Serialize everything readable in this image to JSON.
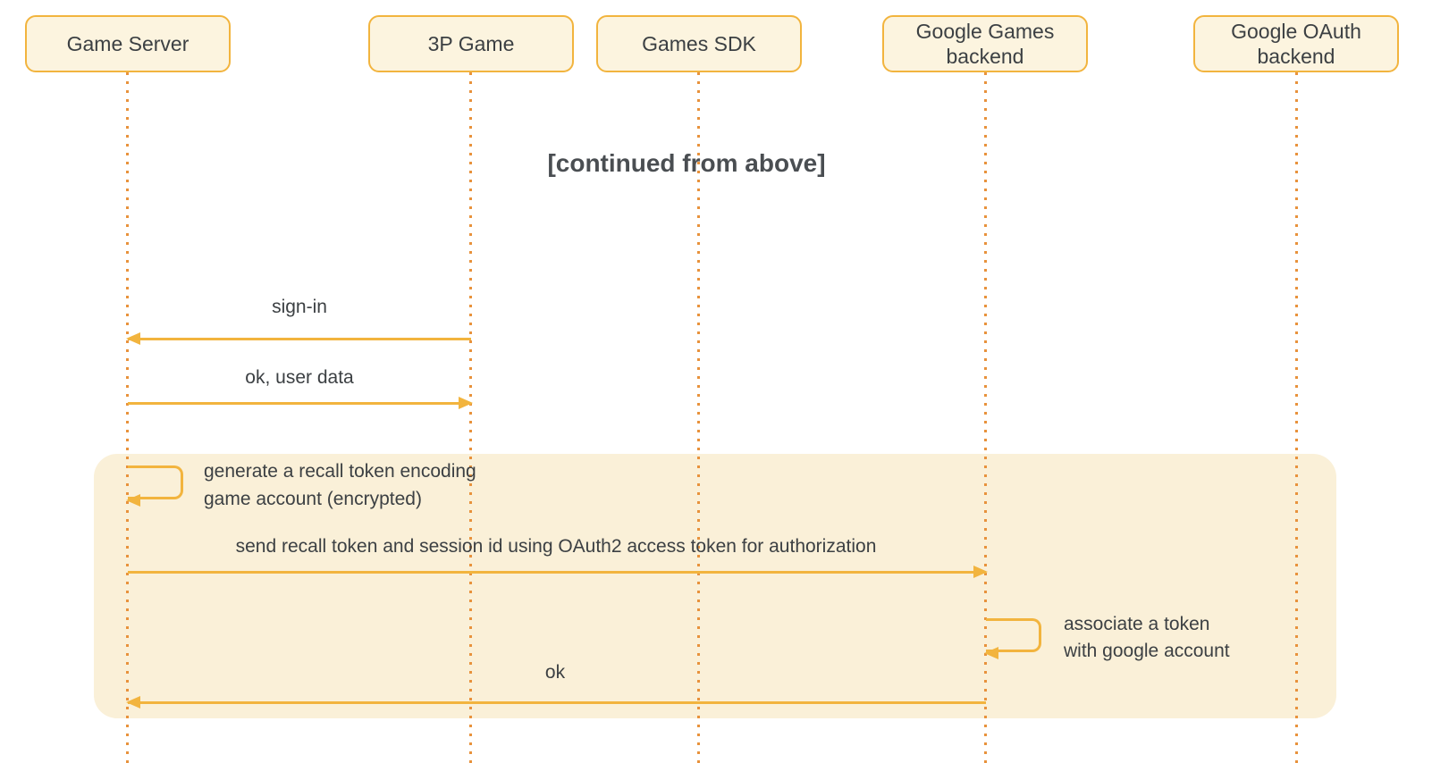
{
  "diagram": {
    "type": "sequence-diagram",
    "title": "[continued from above]",
    "actors": [
      {
        "id": "game-server",
        "label": "Game Server"
      },
      {
        "id": "3p-game",
        "label": "3P Game"
      },
      {
        "id": "games-sdk",
        "label": "Games SDK"
      },
      {
        "id": "google-games-backend",
        "label": "Google Games\nbackend"
      },
      {
        "id": "google-oauth-backend",
        "label": "Google OAuth\nbackend"
      }
    ],
    "messages": [
      {
        "type": "message",
        "label": "sign-in",
        "from": "3p-game",
        "to": "game-server"
      },
      {
        "type": "message",
        "label": "ok, user data",
        "from": "game-server",
        "to": "3p-game"
      },
      {
        "type": "self-message",
        "label": "generate a recall token encoding\ngame account (encrypted)",
        "actor": "game-server"
      },
      {
        "type": "message",
        "label": "send recall token and session id using OAuth2 access token for authorization",
        "from": "game-server",
        "to": "google-games-backend"
      },
      {
        "type": "self-message",
        "label": "associate a token\nwith google account",
        "actor": "google-games-backend"
      },
      {
        "type": "message",
        "label": "ok",
        "from": "google-games-backend",
        "to": "game-server"
      }
    ],
    "highlight_region": {
      "contains_messages": [
        2,
        3,
        4,
        5
      ]
    },
    "colors": {
      "accent": "#F2B43E",
      "lifeline": "#E8923C",
      "actor_fill": "#FCF4DF",
      "highlight_fill": "#FAF0D8",
      "text": "#3C4043",
      "title_text": "#4A4E52",
      "bg": "#FFFFFF"
    }
  }
}
